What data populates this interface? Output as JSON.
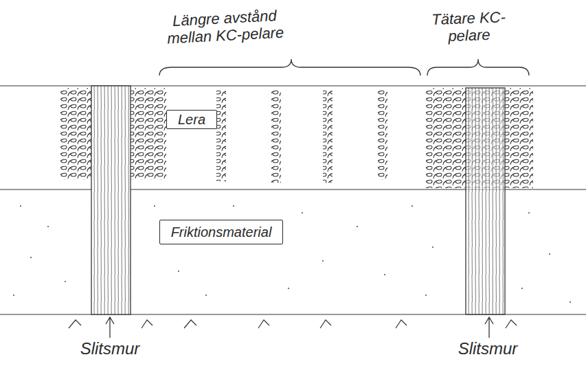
{
  "diagram": {
    "nodes": [
      {
        "text": [
          "Lera"
        ]
      },
      {
        "text": [
          "Friktionsmaterial"
        ]
      }
    ],
    "labels": [
      "Längre avstånd mellan KC-pelare",
      "Tätare KC-pelare",
      "Slitsmur",
      "Slitsmur"
    ]
  }
}
